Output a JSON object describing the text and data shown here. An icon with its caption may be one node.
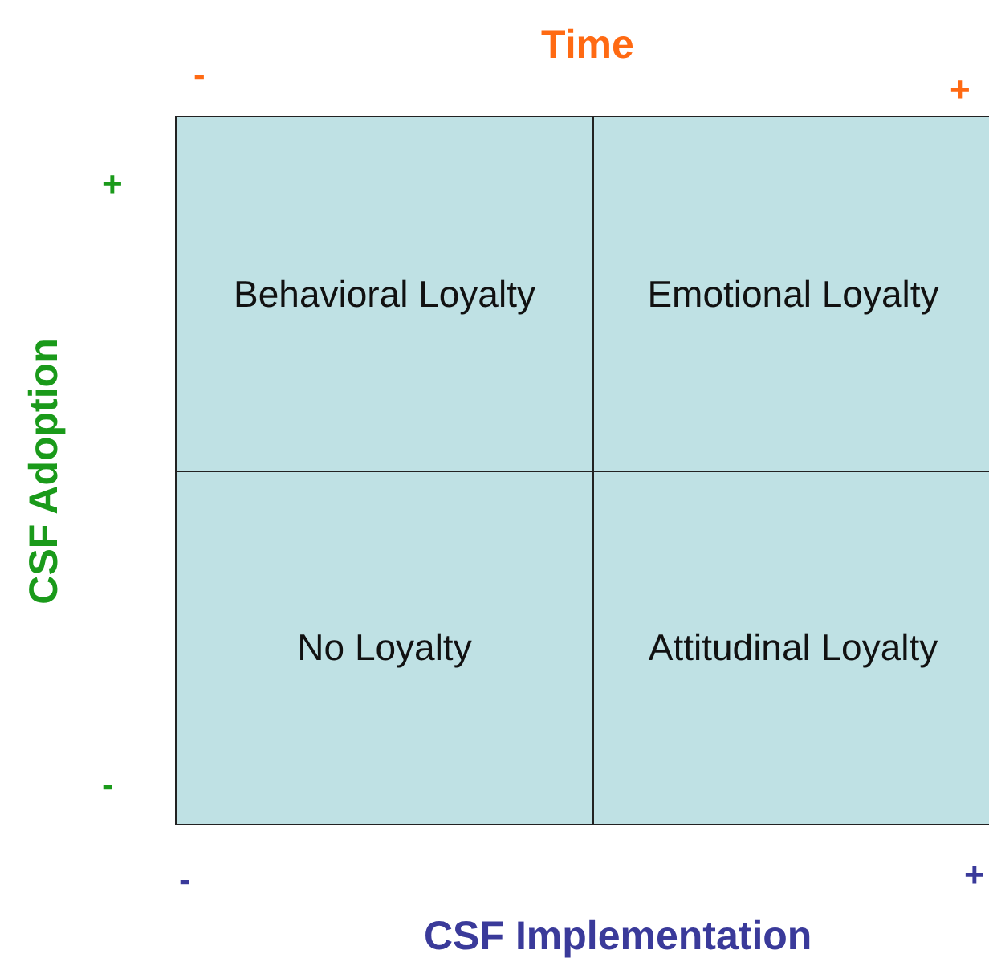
{
  "diagram": {
    "nodes": [
      {
        "text": [
          "Behavioral Loyalty"
        ]
      },
      {
        "text": [
          "Emotional Loyalty"
        ]
      },
      {
        "text": [
          "No Loyalty"
        ]
      },
      {
        "text": [
          "Attitudinal Loyalty"
        ]
      }
    ],
    "labels": [
      "Time",
      "-",
      "+",
      "+",
      "CSF Adoption",
      "-",
      "-",
      "+",
      "CSF Implementation"
    ]
  }
}
